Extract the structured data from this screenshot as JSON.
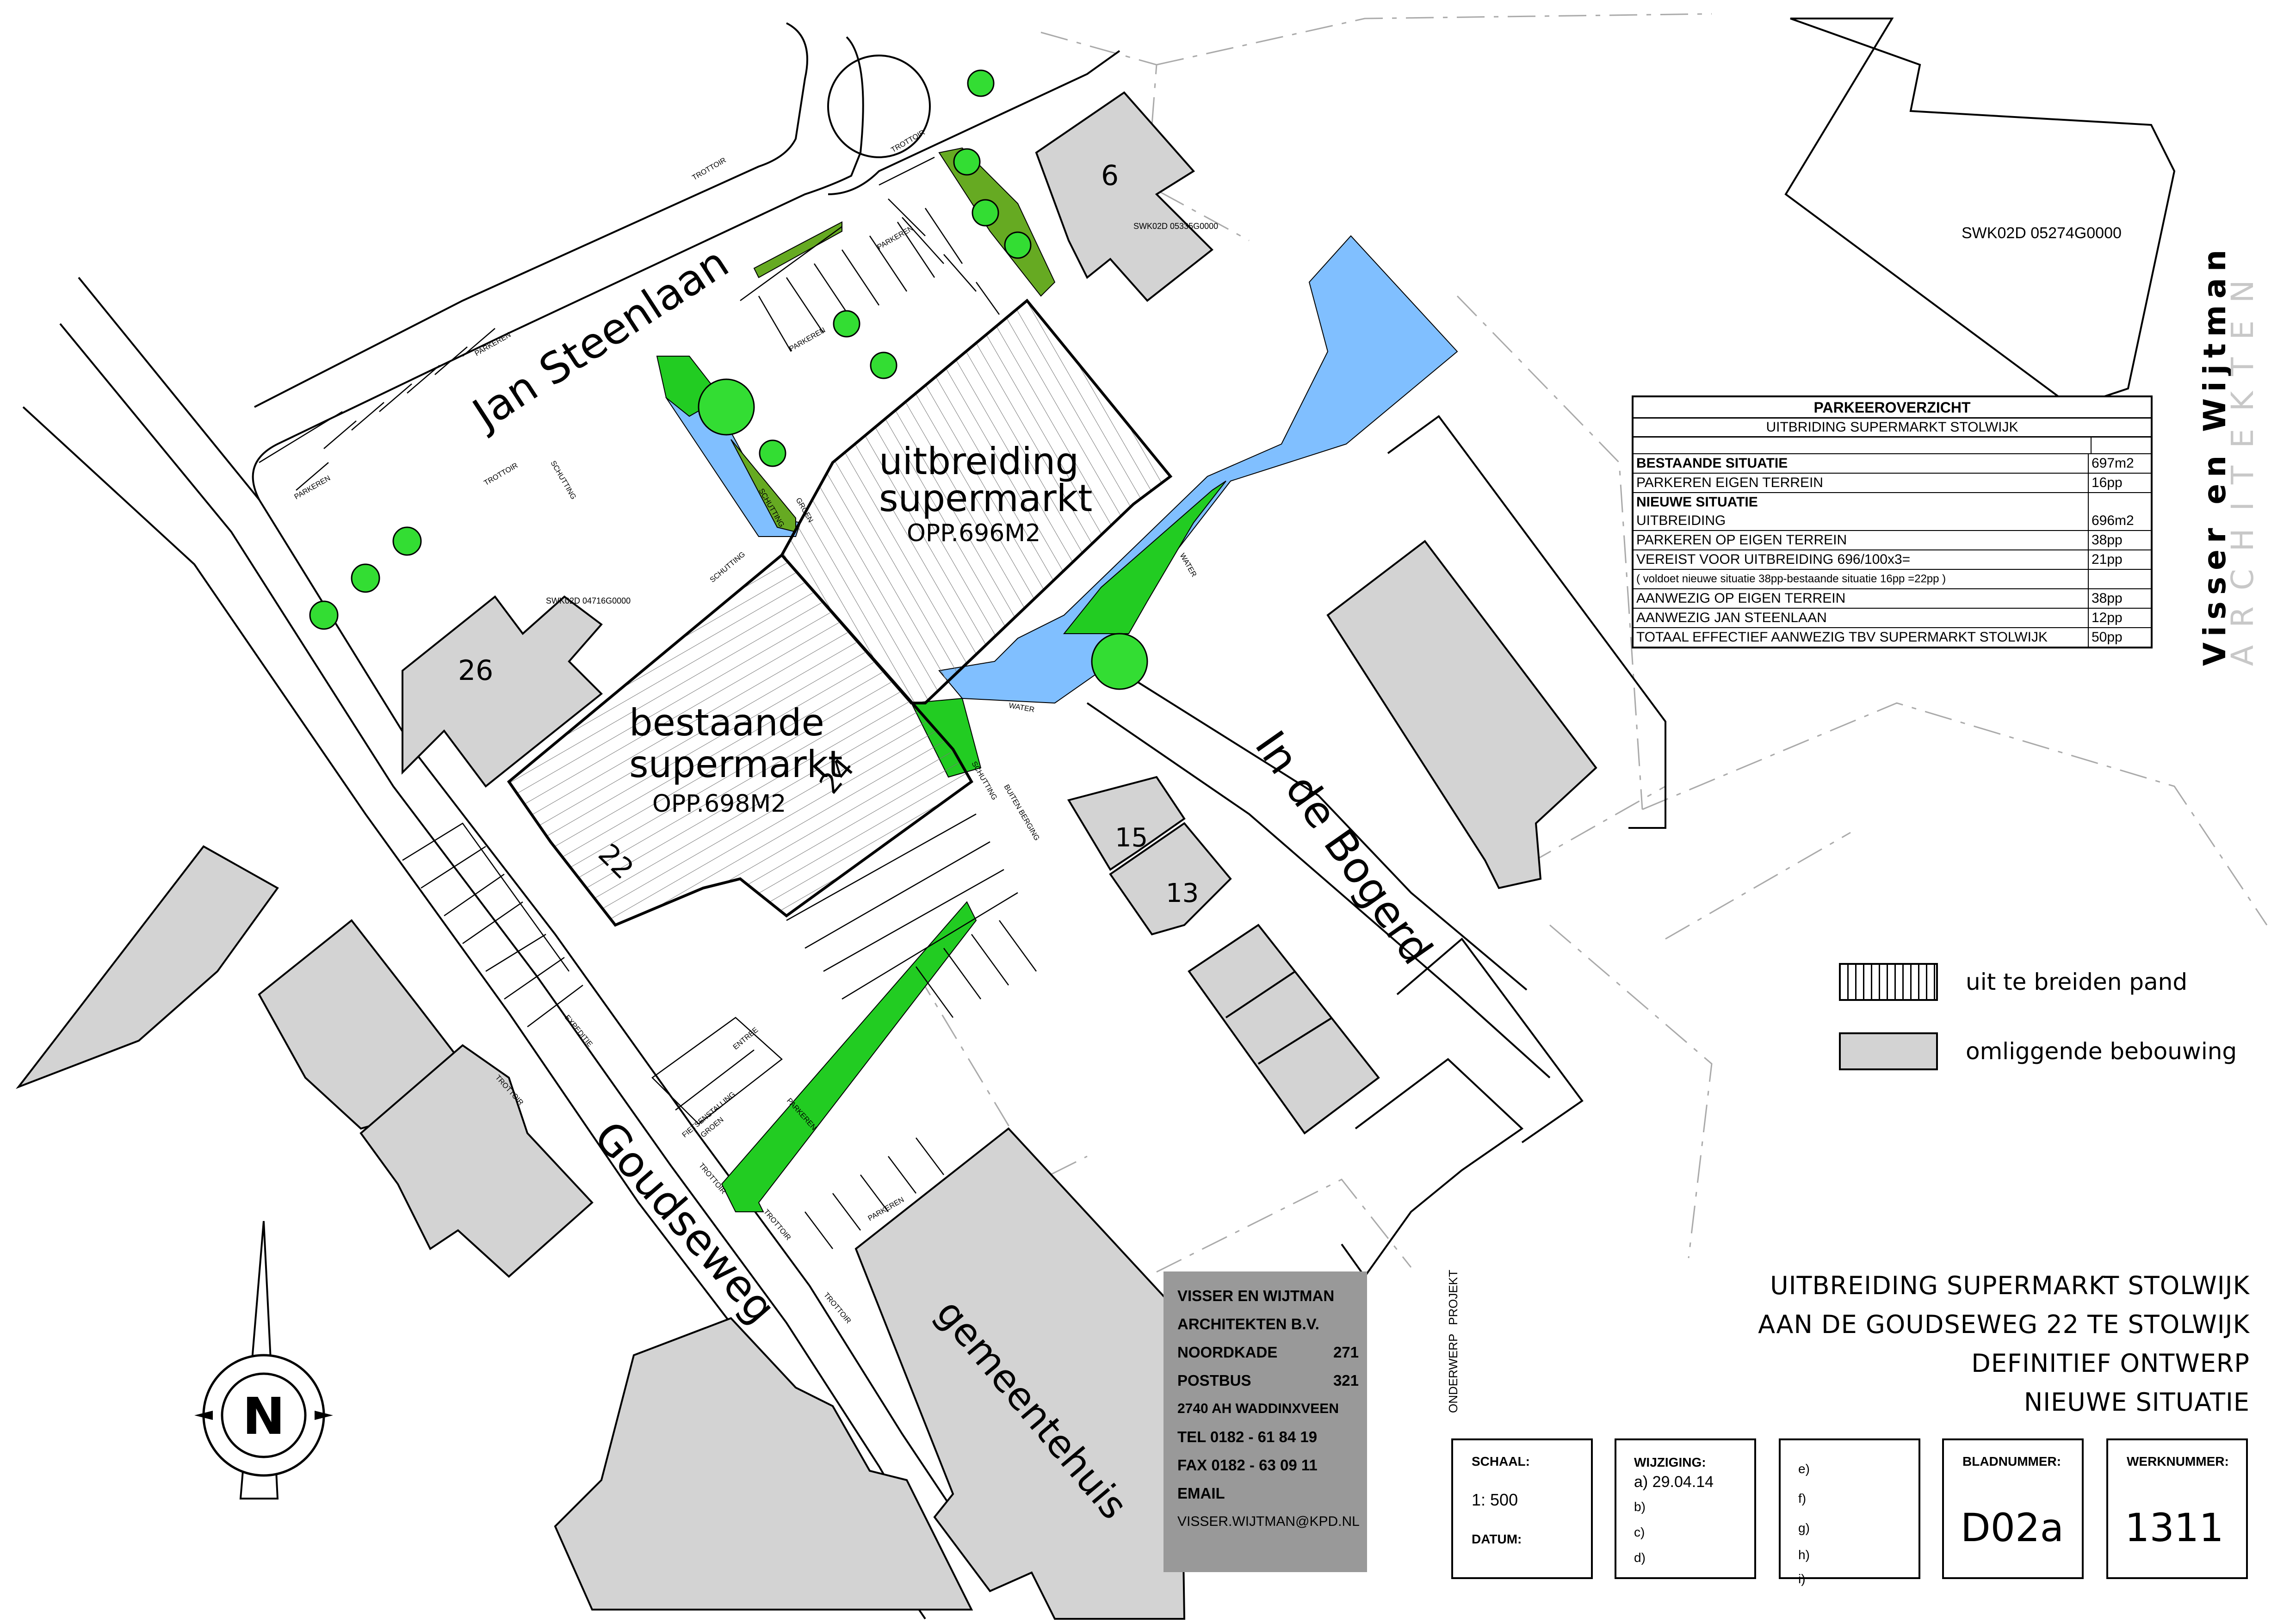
{
  "map": {
    "streets": {
      "jan_steenlaan": "Jan Steenlaan",
      "goudseweg": "Goudseweg",
      "in_de_bogerd": "In de Bogerd"
    },
    "buildings": {
      "uitbreiding_name": "uitbreiding",
      "uitbreiding_name2": "supermarkt",
      "uitbreiding_area": "OPP.696M2",
      "bestaande_name": "bestaande",
      "bestaande_name2": "supermarkt",
      "bestaande_area": "OPP.698M2",
      "gemeentehuis": "gemeentehuis",
      "nr_6": "6",
      "nr_26": "26",
      "nr_22": "22",
      "nr_24": "24",
      "nr_15": "15",
      "nr_13": "13"
    },
    "parcels": {
      "top_right": "SWK02D 05274G0000",
      "near_6": "SWK02D 05335G0000",
      "near_26": "SWK02D 04716G0000"
    },
    "small_labels": {
      "trottoir": "TROTTOIR",
      "parkeren": "PARKEREN",
      "schutting": "SCHUTTING",
      "water": "WATER",
      "groen": "GROEN",
      "entree": "ENTREE",
      "fietsen": "FIETSENSTALLING",
      "buiten_berging": "BUITEN BERGING",
      "expeditie": "EXPEDITIE"
    },
    "north": "N"
  },
  "parking": {
    "title": "PARKEEROVERZICHT",
    "subtitle": "UITBRIDING SUPERMARKT STOLWIJK",
    "bestaande_header": "BESTAANDE SITUATIE",
    "bestaande_value": "697m2",
    "parkeren_eigen_label": "PARKEREN EIGEN TERREIN",
    "parkeren_eigen_value": "16pp",
    "nieuwe_header": "NIEUWE SITUATIE",
    "uitbreiding_label": "UITBREIDING",
    "uitbreiding_value": "696m2",
    "parkeren_op_label": "PARKEREN OP EIGEN TERREIN",
    "parkeren_op_value": "38pp",
    "vereist_label": "VEREIST VOOR UITBREIDING   696/100x3=",
    "vereist_value": "21pp",
    "note": "( voldoet nieuwe situatie 38pp-bestaande situatie 16pp =22pp )",
    "aanwezig_eigen_label": "AANWEZIG OP EIGEN TERREIN",
    "aanwezig_eigen_value": "38pp",
    "aanwezig_jan_label": "AANWEZIG JAN STEENLAAN",
    "aanwezig_jan_value": "12pp",
    "totaal_label": "TOTAAL EFFECTIEF AANWEZIG TBV SUPERMARKT STOLWIJK",
    "totaal_value": "50pp"
  },
  "legend": {
    "uit_te_breiden": "uit te breiden pand",
    "omliggende": "omliggende bebouwing"
  },
  "office": {
    "firm1": "VISSER EN WIJTMAN",
    "firm2": "ARCHITEKTEN B.V.",
    "street_label": "NOORDKADE",
    "street_no": "271",
    "postbus_label": "POSTBUS",
    "postbus_no": "321",
    "city": "2740 AH WADDINXVEEN",
    "tel": "TEL  0182 - 61 84 19",
    "fax": "FAX  0182 - 63 09 11",
    "email_label": "EMAIL",
    "email": "VISSER.WIJTMAN@KPD.NL"
  },
  "title_block": {
    "onderwerp": "ONDERWERP",
    "projekt": "PROJEKT",
    "line1": "UITBREIDING SUPERMARKT STOLWIJK",
    "line2": "AAN DE GOUDSEWEG 22 TE STOLWIJK",
    "line3": "DEFINITIEF ONTWERP",
    "line4": "NIEUWE SITUATIE",
    "schaal_label": "SCHAAL:",
    "schaal_value": "1: 500",
    "datum_label": "DATUM:",
    "wijziging_label": "WIJZIGING:",
    "wij_a": "a) 29.04.14",
    "wij_b": "b)",
    "wij_c": "c)",
    "wij_d": "d)",
    "wij_e": "e)",
    "wij_f": "f)",
    "wij_g": "g)",
    "wij_h": "h)",
    "wij_i": "i)",
    "bladnummer_label": "BLADNUMMER:",
    "bladnummer_value": "D02a",
    "werknummer_label": "WERKNUMMER:",
    "werknummer_value": "1311"
  },
  "watermark": {
    "line1": "Visser en Wijtman",
    "line2": "ARCHITEKTEN"
  }
}
